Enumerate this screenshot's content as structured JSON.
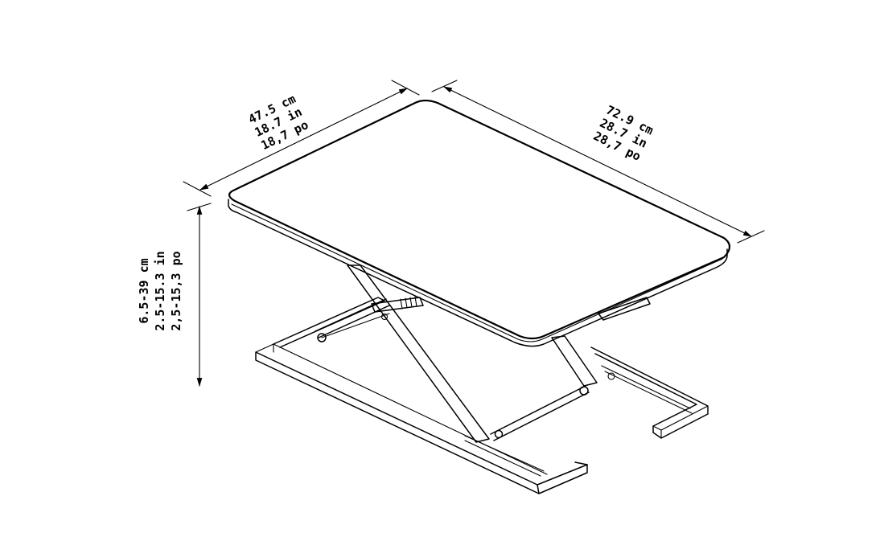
{
  "dimensions": {
    "depth": {
      "cm": "47.5 cm",
      "in": "18.7 in",
      "po": "18,7 po"
    },
    "width": {
      "cm": "72.9 cm",
      "in": "28.7 in",
      "po": "28,7 po"
    },
    "height": {
      "cm": "6.5-39 cm",
      "in": "2.5-15.3 in",
      "po": "2,5-15,3 po"
    }
  }
}
